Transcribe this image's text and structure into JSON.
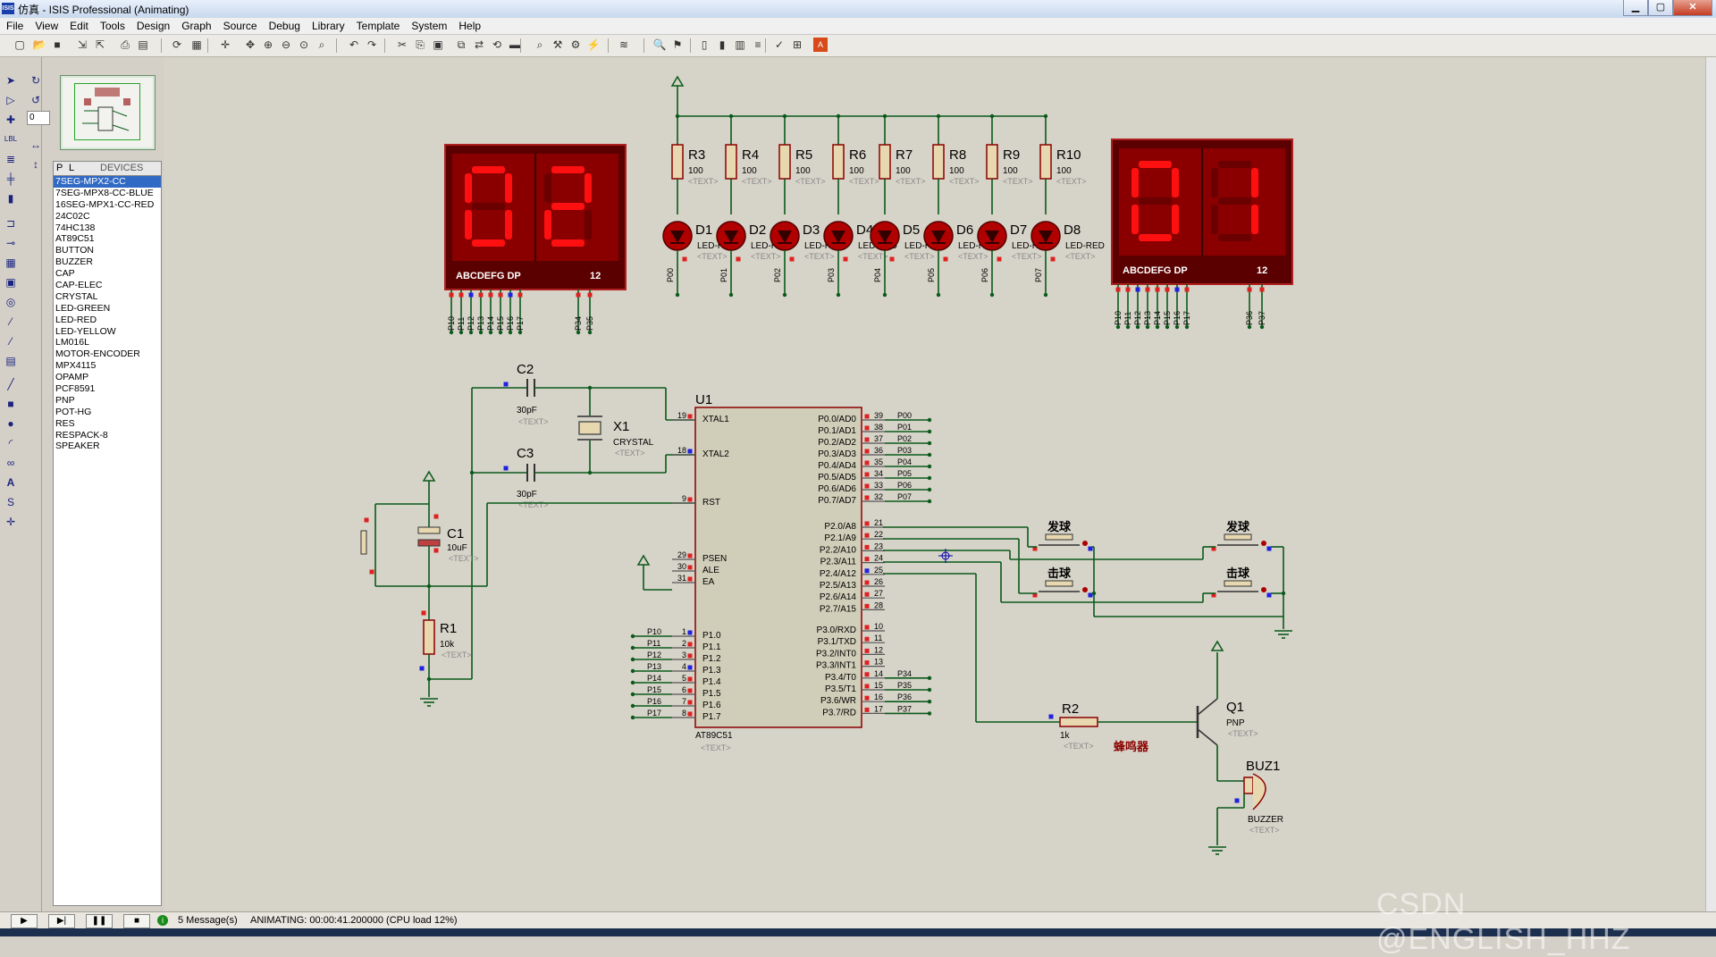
{
  "window": {
    "title": "仿真 - ISIS Professional (Animating)",
    "app_icon": "ISIS",
    "minimize": "▁",
    "maximize": "▢",
    "close": "✕"
  },
  "menu": [
    "File",
    "View",
    "Edit",
    "Tools",
    "Design",
    "Graph",
    "Source",
    "Debug",
    "Library",
    "Template",
    "System",
    "Help"
  ],
  "toolbar_icons": [
    "new-icon",
    "open-icon",
    "save-icon",
    "import-icon",
    "export-icon",
    "print-icon",
    "print-area-icon",
    "refresh-icon",
    "grid-icon",
    "origin-icon",
    "pan-icon",
    "zoom-in-icon",
    "zoom-out-icon",
    "zoom-all-icon",
    "zoom-area-icon",
    "undo-icon",
    "redo-icon",
    "cut-icon",
    "copy-icon",
    "paste-icon",
    "block-copy-icon",
    "block-move-icon",
    "block-rotate-icon",
    "block-delete-icon",
    "pick-device-icon",
    "make-device-icon",
    "packaging-icon",
    "decompose-icon",
    "wire-autoroute-icon",
    "search-icon",
    "property-tool-icon",
    "new-sheet-icon",
    "remove-sheet-icon",
    "zoom-child-icon",
    "bom-icon",
    "erc-icon",
    "netlist-icon",
    "ares-icon"
  ],
  "left_tools": {
    "angle_value": "0"
  },
  "device_panel": {
    "tab_p": "P",
    "tab_l": "L",
    "header": "DEVICES",
    "items": [
      "7SEG-MPX2-CC",
      "7SEG-MPX8-CC-BLUE",
      "16SEG-MPX1-CC-RED",
      "24C02C",
      "74HC138",
      "AT89C51",
      "BUTTON",
      "BUZZER",
      "CAP",
      "CAP-ELEC",
      "CRYSTAL",
      "LED-GREEN",
      "LED-RED",
      "LED-YELLOW",
      "LM016L",
      "MOTOR-ENCODER",
      "MPX4115",
      "OPAMP",
      "PCF8591",
      "PNP",
      "POT-HG",
      "RES",
      "RESPACK-8",
      "SPEAKER"
    ],
    "selected": 0
  },
  "schematic": {
    "display_left": {
      "digits": "02",
      "labels": "ABCDEFG  DP",
      "pins_label": "12",
      "pins": [
        "P10",
        "P11",
        "P12",
        "P13",
        "P14",
        "P15",
        "P16",
        "P17",
        "P34",
        "P35"
      ]
    },
    "display_right": {
      "digits": "01",
      "labels": "ABCDEFG  DP",
      "pins_label": "12",
      "pins": [
        "P10",
        "P11",
        "P12",
        "P13",
        "P14",
        "P15",
        "P16",
        "P17",
        "P36",
        "P37"
      ]
    },
    "resistors": [
      {
        "ref": "R3",
        "val": "100"
      },
      {
        "ref": "R4",
        "val": "100"
      },
      {
        "ref": "R5",
        "val": "100"
      },
      {
        "ref": "R6",
        "val": "100"
      },
      {
        "ref": "R7",
        "val": "100"
      },
      {
        "ref": "R8",
        "val": "100"
      },
      {
        "ref": "R9",
        "val": "100"
      },
      {
        "ref": "R10",
        "val": "100"
      }
    ],
    "leds": [
      {
        "ref": "D1",
        "net": "P00"
      },
      {
        "ref": "D2",
        "net": "P01"
      },
      {
        "ref": "D3",
        "net": "P02"
      },
      {
        "ref": "D4",
        "net": "P03"
      },
      {
        "ref": "D5",
        "net": "P04"
      },
      {
        "ref": "D6",
        "net": "P05"
      },
      {
        "ref": "D7",
        "net": "P06"
      },
      {
        "ref": "D8",
        "net": "P07"
      }
    ],
    "text_placeholder": "<TEXT>",
    "led_model": "LED-RED",
    "c2": {
      "ref": "C2",
      "val": "30pF"
    },
    "c3": {
      "ref": "C3",
      "val": "30pF"
    },
    "c1": {
      "ref": "C1",
      "val": "10uF"
    },
    "x1": {
      "ref": "X1",
      "val": "CRYSTAL"
    },
    "r1": {
      "ref": "R1",
      "val": "10k"
    },
    "r2": {
      "ref": "R2",
      "val": "1k"
    },
    "q1": {
      "ref": "Q1",
      "val": "PNP"
    },
    "buz1": {
      "ref": "BUZ1",
      "val": "BUZZER"
    },
    "buzzer_label": "蜂鸣器",
    "btn_serve": "发球",
    "btn_hit": "击球",
    "u1": {
      "ref": "U1",
      "part": "AT89C51",
      "left_pins": [
        {
          "num": "19",
          "name": "XTAL1"
        },
        {
          "num": "18",
          "name": "XTAL2"
        },
        {
          "num": "9",
          "name": "RST"
        },
        {
          "num": "29",
          "name": "PSEN"
        },
        {
          "num": "30",
          "name": "ALE"
        },
        {
          "num": "31",
          "name": "EA"
        },
        {
          "num": "1",
          "name": "P1.0",
          "net": "P10"
        },
        {
          "num": "2",
          "name": "P1.1",
          "net": "P11"
        },
        {
          "num": "3",
          "name": "P1.2",
          "net": "P12"
        },
        {
          "num": "4",
          "name": "P1.3",
          "net": "P13"
        },
        {
          "num": "5",
          "name": "P1.4",
          "net": "P14"
        },
        {
          "num": "6",
          "name": "P1.5",
          "net": "P15"
        },
        {
          "num": "7",
          "name": "P1.6",
          "net": "P16"
        },
        {
          "num": "8",
          "name": "P1.7",
          "net": "P17"
        }
      ],
      "right_p0": [
        {
          "num": "39",
          "name": "P0.0/AD0",
          "net": "P00"
        },
        {
          "num": "38",
          "name": "P0.1/AD1",
          "net": "P01"
        },
        {
          "num": "37",
          "name": "P0.2/AD2",
          "net": "P02"
        },
        {
          "num": "36",
          "name": "P0.3/AD3",
          "net": "P03"
        },
        {
          "num": "35",
          "name": "P0.4/AD4",
          "net": "P04"
        },
        {
          "num": "34",
          "name": "P0.5/AD5",
          "net": "P05"
        },
        {
          "num": "33",
          "name": "P0.6/AD6",
          "net": "P06"
        },
        {
          "num": "32",
          "name": "P0.7/AD7",
          "net": "P07"
        }
      ],
      "right_p2": [
        {
          "num": "21",
          "name": "P2.0/A8"
        },
        {
          "num": "22",
          "name": "P2.1/A9"
        },
        {
          "num": "23",
          "name": "P2.2/A10"
        },
        {
          "num": "24",
          "name": "P2.3/A11"
        },
        {
          "num": "25",
          "name": "P2.4/A12"
        },
        {
          "num": "26",
          "name": "P2.5/A13"
        },
        {
          "num": "27",
          "name": "P2.6/A14"
        },
        {
          "num": "28",
          "name": "P2.7/A15"
        }
      ],
      "right_p3": [
        {
          "num": "10",
          "name": "P3.0/RXD",
          "net": ""
        },
        {
          "num": "11",
          "name": "P3.1/TXD",
          "net": ""
        },
        {
          "num": "12",
          "name": "P3.2/INT0",
          "net": ""
        },
        {
          "num": "13",
          "name": "P3.3/INT1",
          "net": ""
        },
        {
          "num": "14",
          "name": "P3.4/T0",
          "net": "P34"
        },
        {
          "num": "15",
          "name": "P3.5/T1",
          "net": "P35"
        },
        {
          "num": "16",
          "name": "P3.6/WR",
          "net": "P36"
        },
        {
          "num": "17",
          "name": "P3.7/RD",
          "net": "P37"
        }
      ]
    }
  },
  "status": {
    "messages": "5 Message(s)",
    "animating": "ANIMATING: 00:00:41.200000 (CPU load 12%)"
  },
  "watermark": "CSDN @ENGLISH_HHZ",
  "colors": {
    "wire": "#0a5a1a",
    "component": "#8b0000",
    "pin_red": "#e02020",
    "pin_blue": "#2020e0",
    "led_on": "#ff1010",
    "seg_off": "#6a0000",
    "display_bg": "#3a0000"
  }
}
